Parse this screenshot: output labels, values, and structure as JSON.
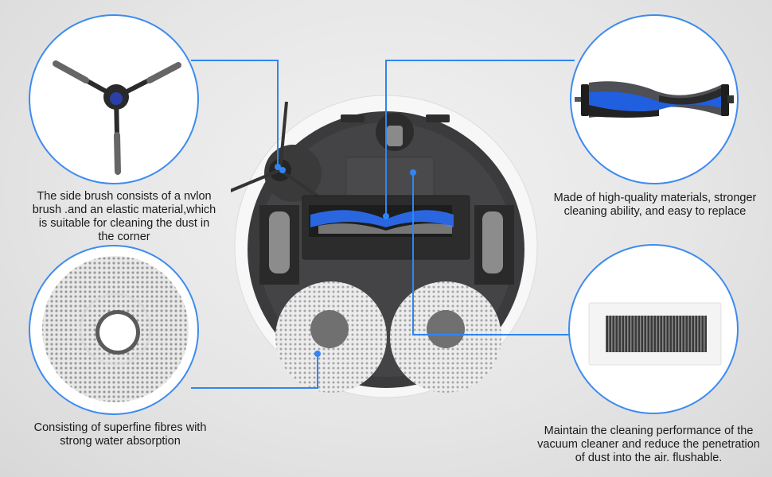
{
  "features": {
    "side_brush": {
      "caption": "The side brush consists of a nvlon brush .and an elastic material,which is suitable for cleaning the dust in the corner",
      "caption_lines": [
        "The side brush consists of a nvlon",
        "brush .and an elastic material,which",
        "is suitable for cleaning the dust in",
        "the corner"
      ]
    },
    "main_brush": {
      "caption_lines": [
        "Made of high-quality materials, stronger",
        "cleaning ability, and easy to replace"
      ]
    },
    "mop_pad": {
      "caption_lines": [
        "Consisting of superfine fibres with",
        "strong water absorption"
      ]
    },
    "filter": {
      "caption_lines": [
        "Maintain the cleaning performance of the",
        "vacuum cleaner and reduce the penetration",
        "of dust into the air. flushable."
      ]
    }
  },
  "colors": {
    "accent": "#2f86f3",
    "circle_border": "#3d8bf0",
    "robot_body": "#3a3a3a",
    "brush_blue": "#1f5fe0"
  }
}
